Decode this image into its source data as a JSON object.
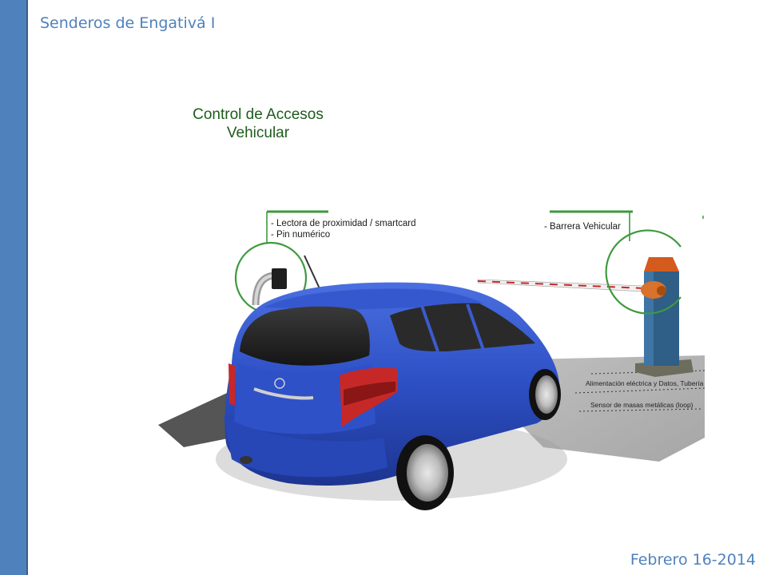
{
  "header": {
    "text": "Senderos de Engativá I"
  },
  "footer": {
    "date": "Febrero 16-2014"
  },
  "title": {
    "line1": "Control de Accesos",
    "line2": "Vehicular"
  },
  "callouts": {
    "reader": {
      "line1": "- Lectora de proximidad / smartcard",
      "line2": "- Pin numérico"
    },
    "barrier": {
      "line1": "- Barrera Vehicular"
    }
  },
  "installation": {
    "power_data": "Alimentación eléctrica y Datos, Tubería",
    "loop_sensor": "Sensor de masas metálicas (loop)"
  },
  "colors": {
    "sidebar": "#4f81bd",
    "header_text": "#4f81bd",
    "title_green": "#1e5c1e",
    "callout_green": "#3e9a3e",
    "car_blue": "#2d4fc4",
    "barrier_orange": "#d9722a"
  }
}
